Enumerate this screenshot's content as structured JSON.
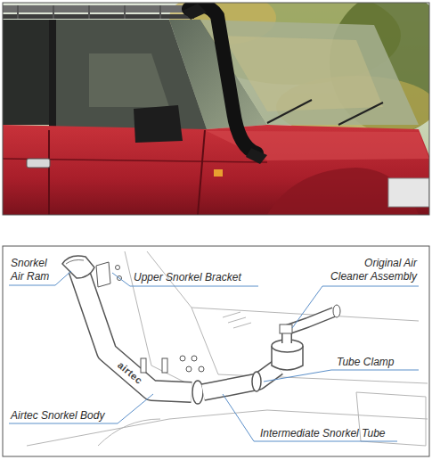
{
  "diagram": {
    "labels": [
      "Snorkel Air Ram",
      "Upper Snorkel Bracket",
      "Original Air Cleaner Assembly",
      "Tube Clamp",
      "Airtec Snorkel Body",
      "Intermediate Snorkel Tube",
      "airtec"
    ]
  }
}
